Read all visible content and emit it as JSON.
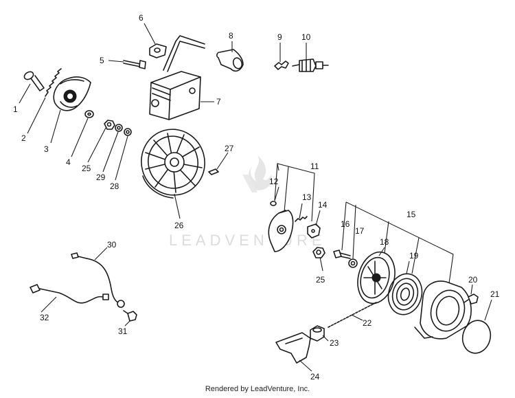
{
  "diagram": {
    "footer": "Rendered by LeadVenture, Inc.",
    "watermark": "LEADVENTURE",
    "callouts": [
      "1",
      "2",
      "3",
      "4",
      "5",
      "6",
      "7",
      "8",
      "9",
      "10",
      "11",
      "12",
      "13",
      "14",
      "15",
      "16",
      "17",
      "18",
      "19",
      "20",
      "21",
      "22",
      "23",
      "24",
      "25",
      "25",
      "26",
      "27",
      "28",
      "29",
      "30",
      "31",
      "32"
    ]
  }
}
